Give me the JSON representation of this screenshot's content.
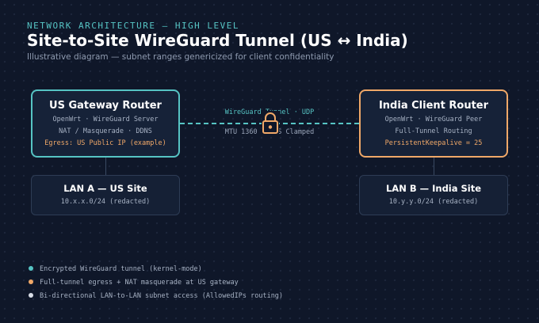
{
  "header": {
    "eyebrow": "NETWORK ARCHITECTURE — HIGH LEVEL",
    "title": "Site-to-Site WireGuard Tunnel (US ↔ India)",
    "subtitle": "Illustrative diagram — subnet ranges genericized for client confidentiality"
  },
  "us_router": {
    "title": "US Gateway Router",
    "line1": "OpenWrt · WireGuard Server",
    "line2": "NAT / Masquerade · DDNS",
    "line3": "Egress: US Public IP (example)"
  },
  "india_router": {
    "title": "India Client Router",
    "line1": "OpenWrt · WireGuard Peer",
    "line2": "Full-Tunnel Routing",
    "line3": "PersistentKeepalive = 25"
  },
  "tunnel": {
    "label": "WireGuard Tunnel · UDP",
    "mtu": "MTU 1360 · MSS Clamped",
    "icon": "lock-icon"
  },
  "lan_a": {
    "title": "LAN A — US Site",
    "subnet": "10.x.x.0/24 (redacted)"
  },
  "lan_b": {
    "title": "LAN B — India Site",
    "subnet": "10.y.y.0/24 (redacted)"
  },
  "legend": [
    {
      "text": "Encrypted WireGuard tunnel (kernel-mode)",
      "color": "#56c4c4"
    },
    {
      "text": "Full-tunnel egress + NAT masquerade at US gateway",
      "color": "#f0a868"
    },
    {
      "text": "Bi-directional LAN-to-LAN subnet access (AllowedIPs routing)",
      "color": "#d8dde6"
    }
  ],
  "colors": {
    "background": "#0f1729",
    "accent_teal": "#56c4c4",
    "accent_orange": "#f0a868",
    "text_primary": "#ffffff",
    "text_muted": "#8f9bb0"
  }
}
